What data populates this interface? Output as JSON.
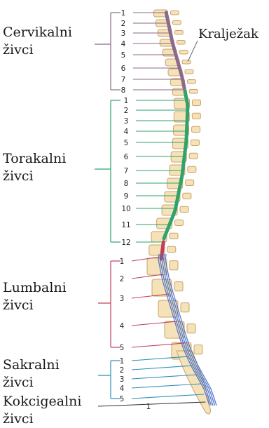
{
  "labels": {
    "vertebra": "Kralježak"
  },
  "groups": [
    {
      "id": "cervical",
      "label": "Cervikalni\nživci",
      "color": "#8b6a8a",
      "nerves": [
        "1",
        "2",
        "3",
        "4",
        "5",
        "6",
        "7",
        "8"
      ]
    },
    {
      "id": "thoracic",
      "label": "Torakalni\nživci",
      "color": "#2fa36a",
      "nerves": [
        "1",
        "2",
        "3",
        "4",
        "5",
        "6",
        "7",
        "8",
        "9",
        "10",
        "11",
        "12"
      ]
    },
    {
      "id": "lumbar",
      "label": "Lumbalni\nživci",
      "color": "#c0405a",
      "nerves": [
        "1",
        "2",
        "3",
        "4",
        "5"
      ]
    },
    {
      "id": "sacral",
      "label": "Sakralni\nživci",
      "color": "#2f8fb5",
      "nerves": [
        "1",
        "2",
        "3",
        "4",
        "5"
      ]
    },
    {
      "id": "coccygeal",
      "label": "Kokcigealni\nživci",
      "color": "#333333",
      "nerves": [
        "1"
      ]
    }
  ],
  "colors": {
    "bone_fill": "#f6e2b8",
    "bone_stroke": "#c9a36a",
    "cord_blue": "#3a66c8"
  }
}
